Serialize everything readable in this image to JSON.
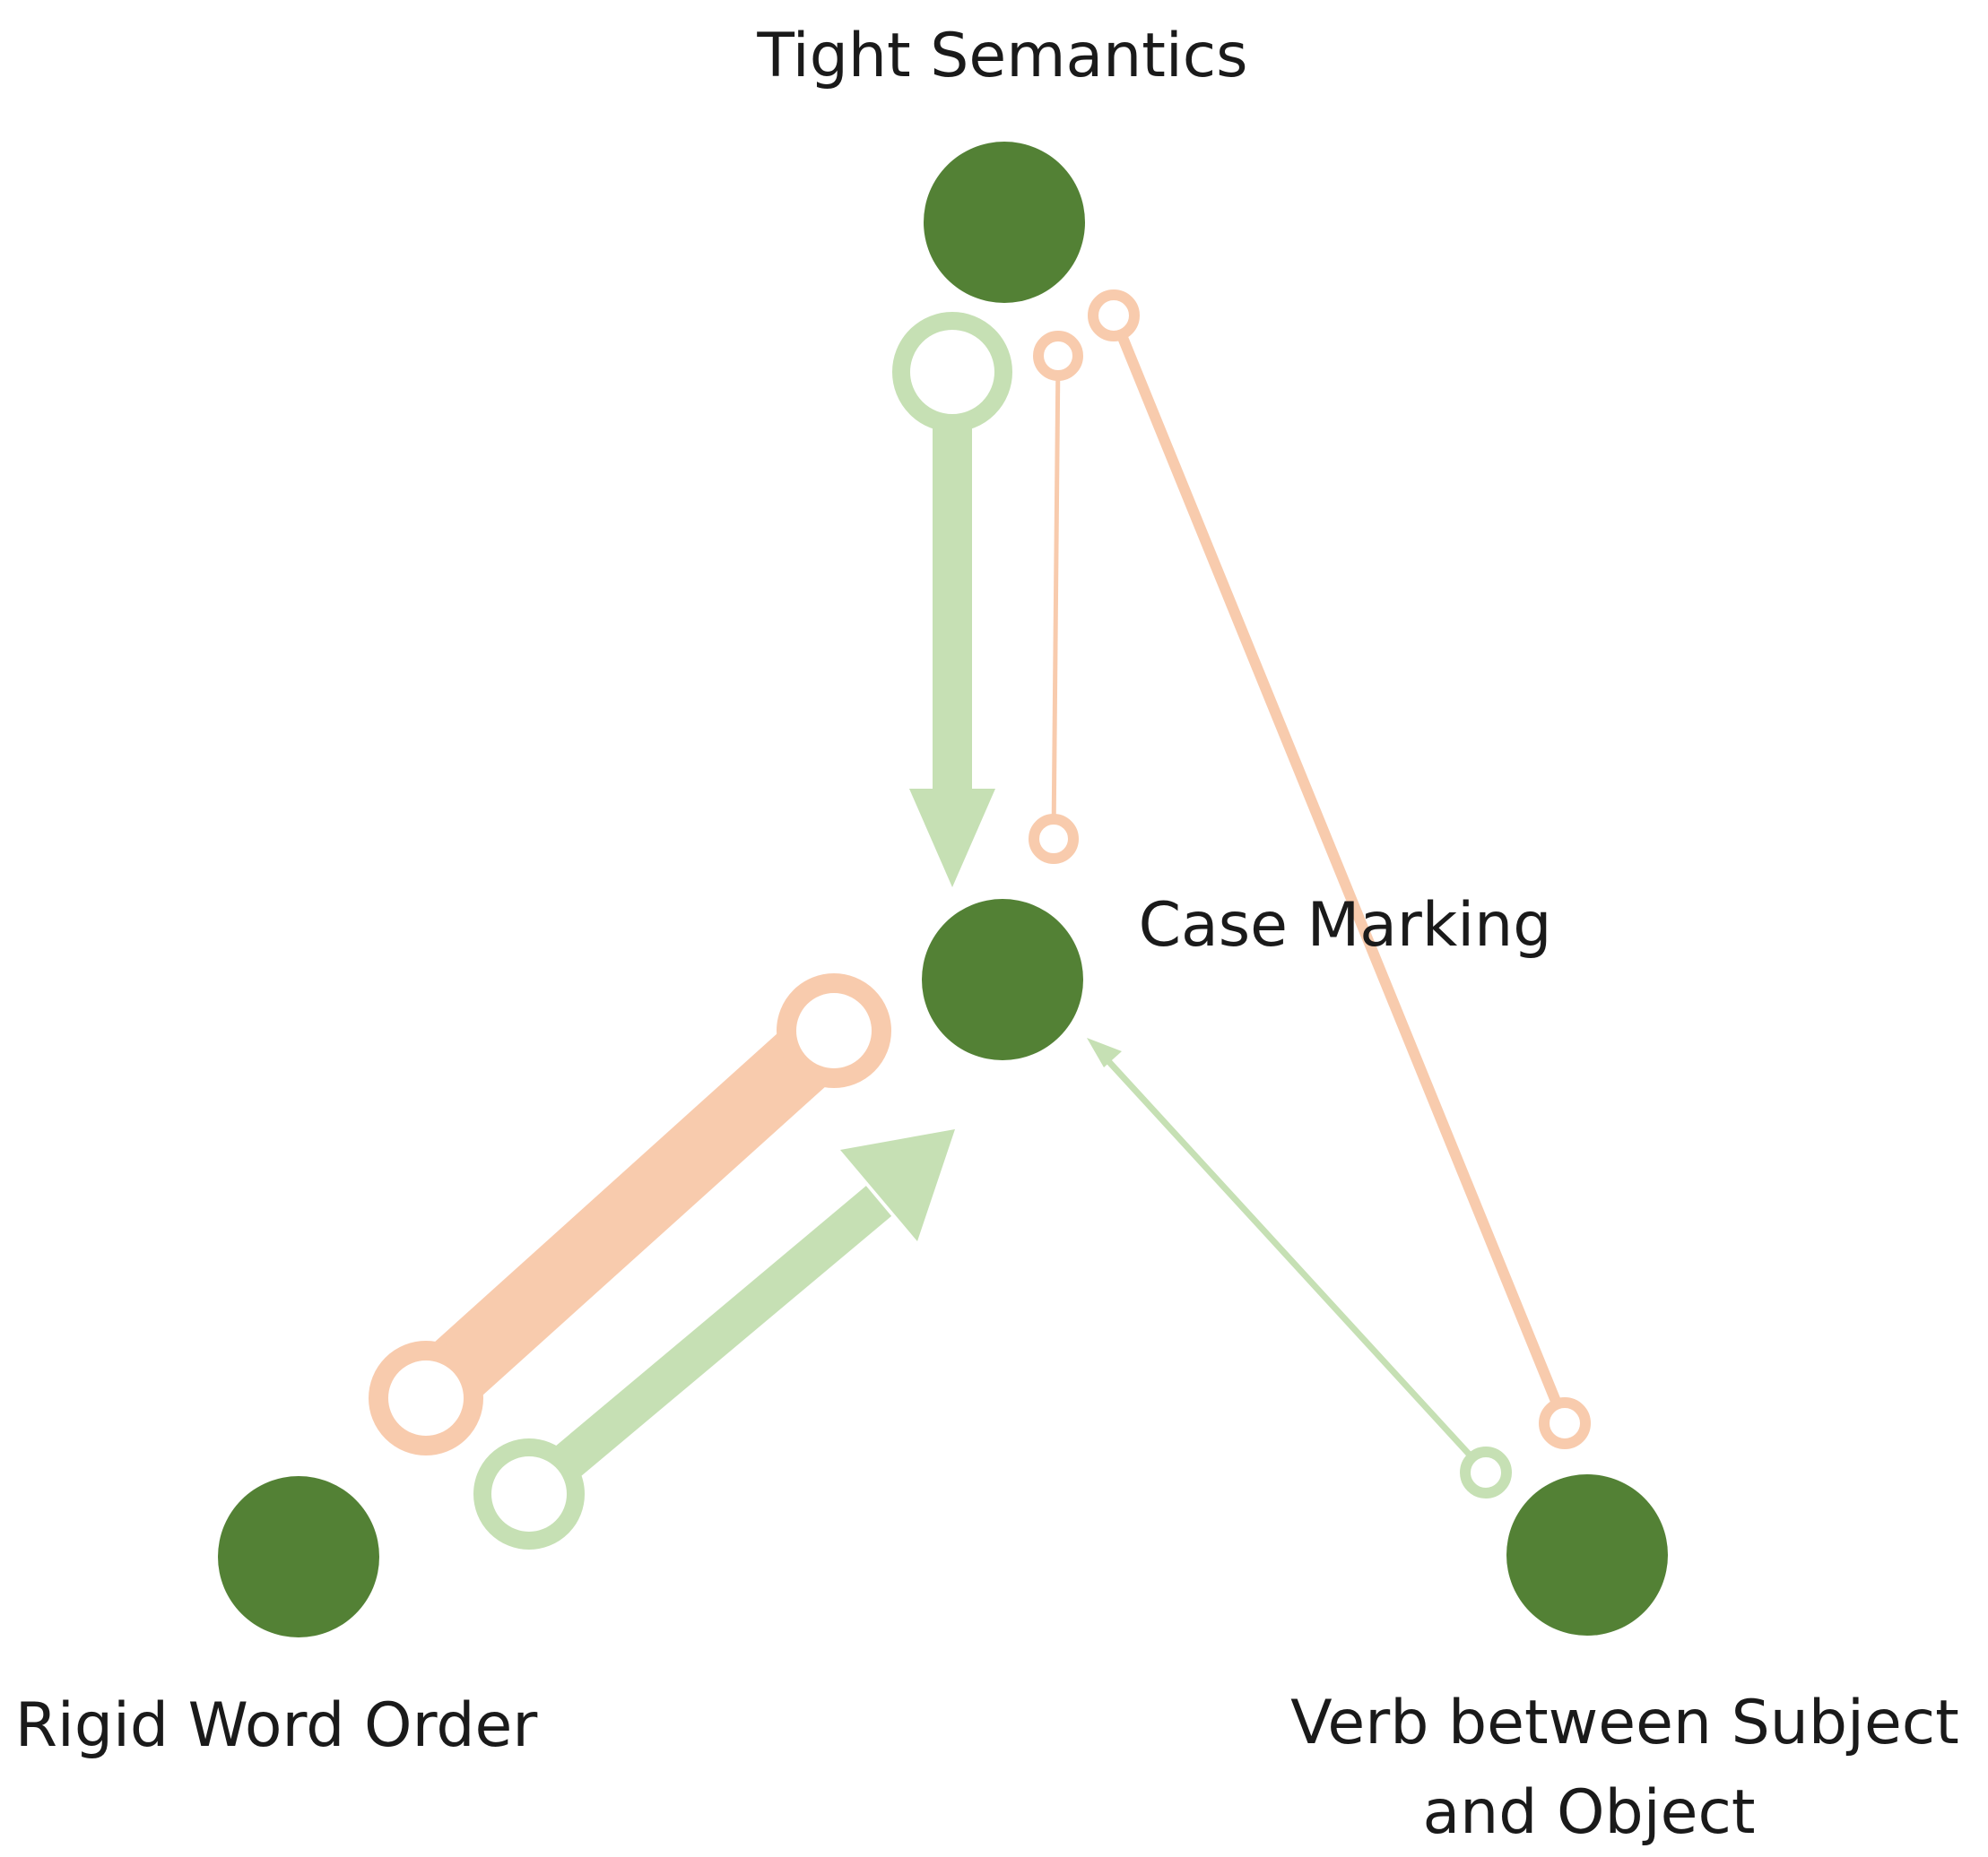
{
  "diagram": {
    "colors": {
      "node": "#538135",
      "positive_edge": "#c6e0b4",
      "negative_edge": "#f8cbad",
      "background": "#ffffff",
      "text": "#1a1a1a"
    },
    "nodes": {
      "tight_semantics": {
        "label": "Tight Semantics"
      },
      "case_marking": {
        "label": "Case Marking"
      },
      "rigid_word_order": {
        "label": "Rigid Word Order"
      },
      "verb_between": {
        "label_line1": "Verb between Subject",
        "label_line2": "and Object"
      }
    },
    "edges": [
      {
        "from": "Tight Semantics",
        "to": "Case Marking",
        "type": "positive-arrow",
        "strength": "strong"
      },
      {
        "from": "Tight Semantics",
        "to": "Case Marking",
        "type": "negative-link",
        "strength": "weak"
      },
      {
        "from": "Tight Semantics",
        "to": "Verb between Subject and Object",
        "type": "negative-link",
        "strength": "medium"
      },
      {
        "from": "Rigid Word Order",
        "to": "Case Marking",
        "type": "negative-link",
        "strength": "very strong"
      },
      {
        "from": "Rigid Word Order",
        "to": "Case Marking",
        "type": "positive-arrow",
        "strength": "strong"
      },
      {
        "from": "Verb between Subject and Object",
        "to": "Case Marking",
        "type": "positive-arrow",
        "strength": "weak"
      }
    ]
  }
}
